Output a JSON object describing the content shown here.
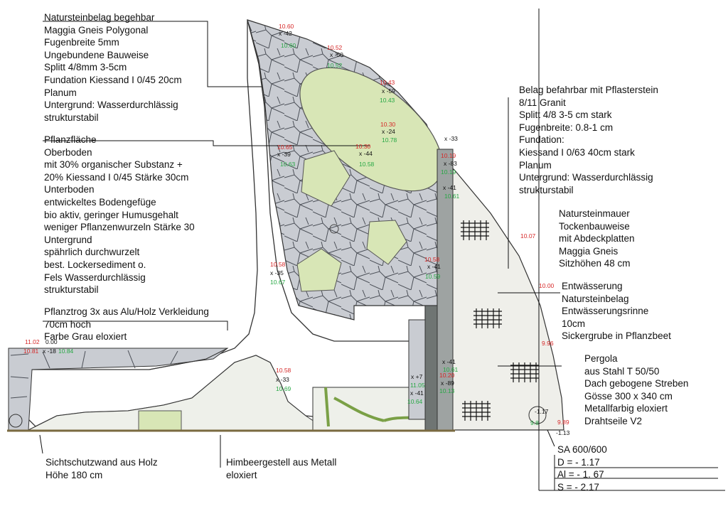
{
  "colors": {
    "stone": "#c9ccd2",
    "lawn": "#d8e6b6",
    "bed": "#eef0ea",
    "hatch": "#f0f0ec",
    "wall": "#6f7573",
    "plants": "#7aa046",
    "level_red": "#d62828",
    "level_black": "#111111",
    "level_green": "#27a844"
  },
  "labels": {
    "naturstein": [
      "Natursteinbelag begehbar",
      "Maggia Gneis Polygonal",
      "Fugenbreite 5mm",
      "Ungebundene Bauweise",
      "Splitt 4/8mm 3-5cm",
      "Fundation Kiessand I 0/45 20cm",
      "Planum",
      "Untergrund: Wasserdurchlässig",
      "strukturstabil"
    ],
    "pflanzflaeche": [
      "Pflanzfläche",
      "Oberboden",
      "mit  30% organischer Substanz +",
      "20% Kiessand I 0/45  Stärke 30cm",
      "Unterboden",
      "entwickeltes Bodengefüge",
      "bio aktiv, geringer Humusgehalt",
      "weniger Pflanzenwurzeln Stärke 30",
      "Untergrund",
      "spährlich durchwurzelt",
      "best. Lockersediment o.",
      "Fels Wasserdurchlässig",
      "strukturstabil"
    ],
    "pflanztrog": [
      "Pflanztrog 3x aus Alu/Holz Verkleidung",
      "70cm hoch",
      "Farbe Grau eloxiert"
    ],
    "belag": [
      "Belag befahrbar mit  Pflasterstein",
      "8/11 Granit",
      "Splitt 4/8 3-5 cm stark",
      "Fugenbreite: 0.8-1 cm",
      "Fundation:",
      "Kiessand I 0/63 40cm stark",
      "Planum",
      "Untergrund: Wasserdurchlässig",
      "strukturstabil"
    ],
    "mauer": [
      "Natursteinmauer",
      "Tockenbauweise",
      "mit Abdeckplatten",
      "Maggia Gneis",
      "Sitzhöhen 48 cm"
    ],
    "entwaesserung": [
      "Entwässerung",
      "Natursteinbelag",
      "Entwässerungsrinne",
      "10cm",
      "Sickergrube in Pflanzbeet"
    ],
    "pergola": [
      "Pergola",
      "aus Stahl T 50/50",
      "Dach gebogene Streben",
      "Gösse 300 x 340 cm",
      "Metallfarbig eloxiert",
      "Drahtseile V2"
    ],
    "sichtschutz": [
      "Sichtschutzwand aus Holz",
      "Höhe 180 cm"
    ],
    "himbeer": [
      "Himbeergestell aus Metall",
      "eloxiert"
    ],
    "sa": [
      "SA 600/600",
      "D =  - 1.17",
      "Al = - 1. 67",
      "S = - 2.17"
    ]
  },
  "levels": [
    {
      "t": "10.60",
      "c": "r"
    },
    {
      "t": "x -42",
      "c": "b"
    },
    {
      "t": "10.60",
      "c": "g"
    },
    {
      "t": "10.52",
      "c": "r"
    },
    {
      "t": "x -50",
      "c": "b"
    },
    {
      "t": "10.52",
      "c": "g"
    },
    {
      "t": "10.43",
      "c": "r"
    },
    {
      "t": "x -59",
      "c": "b"
    },
    {
      "t": "10.43",
      "c": "g"
    },
    {
      "t": "10.30",
      "c": "r"
    },
    {
      "t": "x -24",
      "c": "b"
    },
    {
      "t": "10.78",
      "c": "g"
    },
    {
      "t": "10.65",
      "c": "r"
    },
    {
      "t": "x -39",
      "c": "b"
    },
    {
      "t": "10.63",
      "c": "g"
    },
    {
      "t": "10.30",
      "c": "r"
    },
    {
      "t": "x -44",
      "c": "b"
    },
    {
      "t": "10.58",
      "c": "g"
    },
    {
      "t": "x -33",
      "c": "b"
    },
    {
      "t": "10.19",
      "c": "r"
    },
    {
      "t": "x -83",
      "c": "b"
    },
    {
      "t": "10.19",
      "c": "g"
    },
    {
      "t": "x -41",
      "c": "b"
    },
    {
      "t": "10.61",
      "c": "g"
    },
    {
      "t": "10.07",
      "c": "r"
    },
    {
      "t": "10.58",
      "c": "r"
    },
    {
      "t": "x -35",
      "c": "b"
    },
    {
      "t": "10.67",
      "c": "g"
    },
    {
      "t": "10.58",
      "c": "r"
    },
    {
      "t": "x -41",
      "c": "b"
    },
    {
      "t": "10.59",
      "c": "g"
    },
    {
      "t": "10.00",
      "c": "r"
    },
    {
      "t": "9.96",
      "c": "r"
    },
    {
      "t": "11.02",
      "c": "r"
    },
    {
      "t": "0.00",
      "c": "b"
    },
    {
      "t": "10.81",
      "c": "r"
    },
    {
      "t": "x -18",
      "c": "b"
    },
    {
      "t": "10.84",
      "c": "g"
    },
    {
      "t": "10.58",
      "c": "r"
    },
    {
      "t": "x -33",
      "c": "b"
    },
    {
      "t": "10.69",
      "c": "g"
    },
    {
      "t": "x +7",
      "c": "b"
    },
    {
      "t": "11.05",
      "c": "g"
    },
    {
      "t": "x -41",
      "c": "b"
    },
    {
      "t": "10.64",
      "c": "g"
    },
    {
      "t": "x -41",
      "c": "b"
    },
    {
      "t": "10.61",
      "c": "g"
    },
    {
      "t": "10.20",
      "c": "r"
    },
    {
      "t": "x -89",
      "c": "b"
    },
    {
      "t": "10.13",
      "c": "g"
    },
    {
      "t": "-1.17",
      "c": "b"
    },
    {
      "t": "9.8",
      "c": "g"
    },
    {
      "t": "9.89",
      "c": "r"
    },
    {
      "t": "-1.13",
      "c": "b"
    }
  ]
}
